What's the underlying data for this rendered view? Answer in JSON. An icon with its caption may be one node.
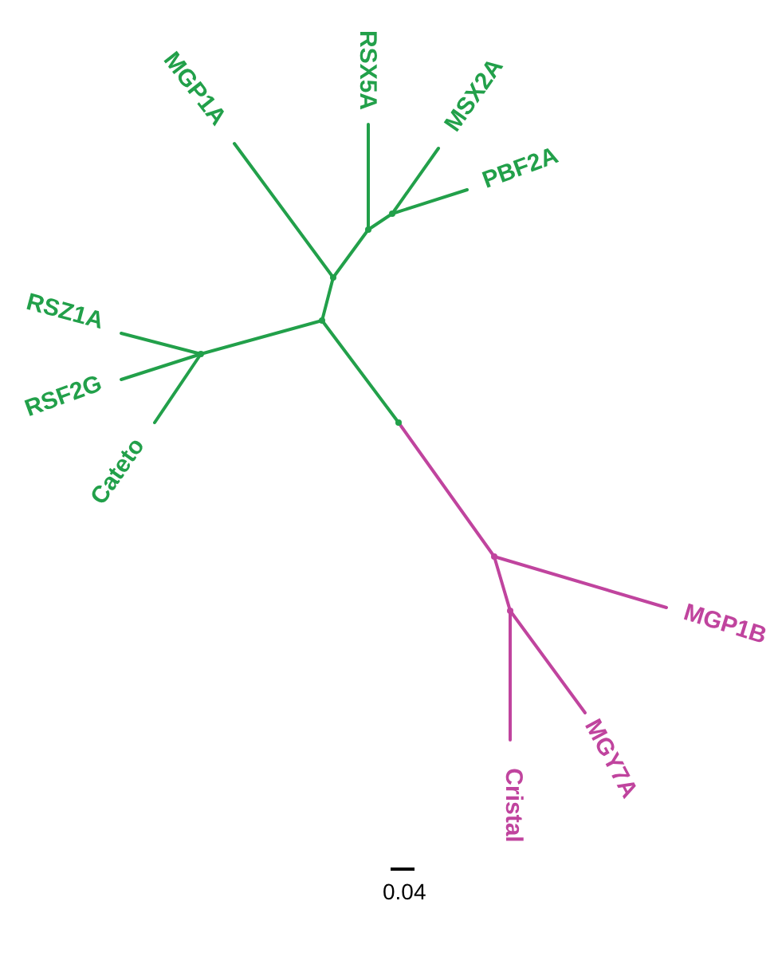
{
  "diagram": {
    "nodes": [
      {
        "text": [
          "MGP1A"
        ]
      },
      {
        "text": [
          "RSX5A"
        ]
      },
      {
        "text": [
          "MSX2A"
        ]
      },
      {
        "text": [
          "PBF2A"
        ]
      },
      {
        "text": [
          "RSZ1A"
        ]
      },
      {
        "text": [
          "RSF2G"
        ]
      },
      {
        "text": [
          "Cateto"
        ]
      },
      {
        "text": [
          "MGP1B"
        ]
      },
      {
        "text": [
          "MGY7A"
        ]
      },
      {
        "text": [
          "Cristal"
        ]
      },
      {
        "text": [],
        "shape": "point"
      },
      {
        "text": [],
        "shape": "point"
      },
      {
        "text": [],
        "shape": "point"
      },
      {
        "text": [],
        "shape": "point"
      },
      {
        "text": [],
        "shape": "point"
      },
      {
        "text": [],
        "shape": "point"
      },
      {
        "text": [],
        "shape": "point"
      },
      {
        "text": [],
        "shape": "point"
      }
    ],
    "edges": [
      {
        "from": 10,
        "to": 11,
        "arrow": "none"
      },
      {
        "from": 11,
        "to": 0,
        "arrow": "none"
      },
      {
        "from": 11,
        "to": 12,
        "arrow": "none"
      },
      {
        "from": 12,
        "to": 1,
        "arrow": "none"
      },
      {
        "from": 12,
        "to": 13,
        "arrow": "none"
      },
      {
        "from": 13,
        "to": 2,
        "arrow": "none"
      },
      {
        "from": 13,
        "to": 3,
        "arrow": "none"
      },
      {
        "from": 10,
        "to": 14,
        "arrow": "none"
      },
      {
        "from": 14,
        "to": 4,
        "arrow": "none"
      },
      {
        "from": 14,
        "to": 5,
        "arrow": "none"
      },
      {
        "from": 14,
        "to": 6,
        "arrow": "none"
      },
      {
        "from": 10,
        "to": 15,
        "arrow": "none"
      },
      {
        "from": 15,
        "to": 16,
        "arrow": "none",
        "color": "#c0449e"
      },
      {
        "from": 16,
        "to": 7,
        "arrow": "none",
        "color": "#c0449e"
      },
      {
        "from": 16,
        "to": 17,
        "arrow": "none",
        "color": "#c0449e"
      },
      {
        "from": 17,
        "to": 9,
        "arrow": "none",
        "color": "#c0449e"
      },
      {
        "from": 17,
        "to": 8,
        "arrow": "none",
        "color": "#c0449e"
      }
    ],
    "labels": [
      "0.04"
    ]
  }
}
